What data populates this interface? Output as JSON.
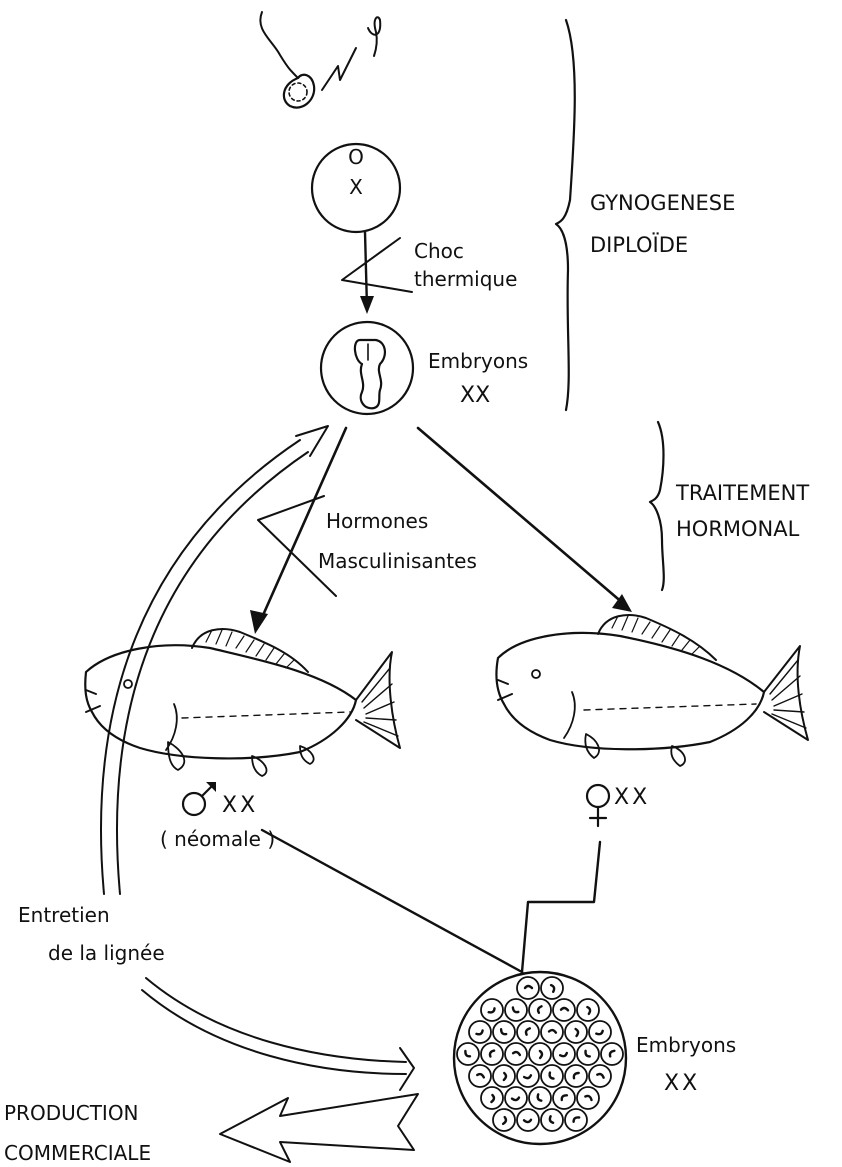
{
  "labels": {
    "gyno_line1": "GYNOGENESE",
    "gyno_line2": "DIPLOÏDE",
    "choc_line1": "Choc",
    "choc_line2": "thermique",
    "embryo_top_line1": "Embryons",
    "embryo_top_line2": "XX",
    "traitement_line1": "TRAITEMENT",
    "traitement_line2": "HORMONAL",
    "hormones_line1": "Hormones",
    "hormones_line2": "Masculinisantes",
    "egg_chromosome_o": "O",
    "egg_chromosome_x": "X",
    "male_xx": "XX",
    "male_note": "( néomale )",
    "female_xx": "XX",
    "entretien_line1": "Entretien",
    "entretien_line2": "de  la  lignée",
    "embryo_bottom_line1": "Embryons",
    "embryo_bottom_line2": "XX",
    "production_line1": "PRODUCTION",
    "production_line2": "COMMERCIALE"
  },
  "icons": {
    "irradiated_sperm": "sperm-gamma-icon",
    "egg": "egg-cell-icon",
    "embryo": "embryo-icon",
    "male_fish": "fish-icon",
    "female_fish": "fish-icon",
    "male_symbol": "male-symbol-icon",
    "female_symbol": "female-symbol-icon",
    "embryo_cluster": "embryo-cluster-icon"
  },
  "colors": {
    "ink": "#111111",
    "background": "#ffffff"
  }
}
